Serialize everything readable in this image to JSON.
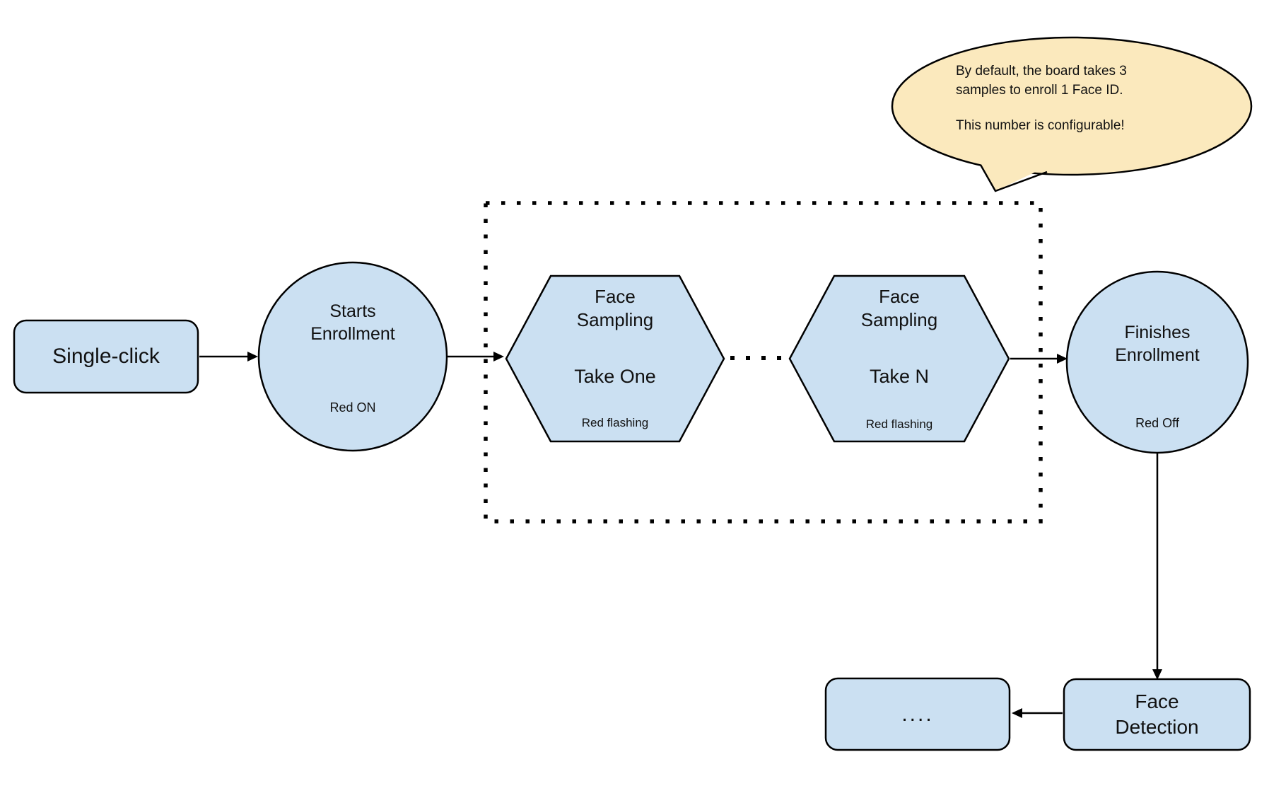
{
  "diagram": {
    "title_hint": "Face enrollment flow diagram",
    "colors": {
      "node_fill": "#cbe0f2",
      "node_stroke": "#000000",
      "bubble_fill": "#fbe9bd",
      "arrow": "#000000",
      "background": "#ffffff"
    },
    "nodes": {
      "single_click": {
        "label": "Single-click"
      },
      "starts_enrollment": {
        "line1": "Starts",
        "line2": "Enrollment",
        "status": "Red ON"
      },
      "face_sampling_one": {
        "line1": "Face",
        "line2": "Sampling",
        "take": "Take One",
        "status": "Red flashing"
      },
      "face_sampling_n": {
        "line1": "Face",
        "line2": "Sampling",
        "take": "Take N",
        "status": "Red flashing"
      },
      "finishes_enrollment": {
        "line1": "Finishes",
        "line2": "Enrollment",
        "status": "Red Off"
      },
      "face_detection": {
        "line1": "Face",
        "line2": "Detection"
      },
      "ellipsis_box": {
        "label": "...."
      }
    },
    "callout": {
      "line1": "By default, the board takes 3",
      "line2": "samples to enroll 1 Face ID.",
      "line3": "This number is configurable!"
    }
  }
}
